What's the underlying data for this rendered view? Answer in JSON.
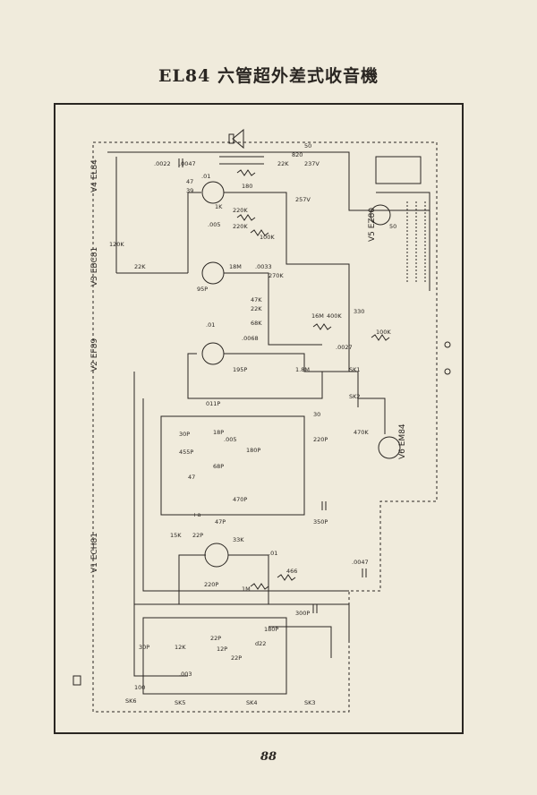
{
  "title": "EL84 六管超外差式收音機",
  "page_number": "88",
  "tubes": {
    "v4": "V4 EL84",
    "v3": "V3 EBC81",
    "v2": "V2 EF89",
    "v1": "V1 ECH81",
    "v5": "V5 EZ80",
    "v6": "V6 EM84"
  },
  "components": {
    "c_0022": ".0022",
    "c_0047a": ".0047",
    "r_47": "47",
    "r_39": "39",
    "c_01a": ".01",
    "r_180": "180",
    "r_22k_top": "22K",
    "r_820": "820",
    "c_50a": "50",
    "v_237": "237V",
    "r_1k": "1K",
    "r_220k_a": "220K",
    "r_220k_b": "220K",
    "c_005": ".005",
    "r_100k_a": "100K",
    "v_257": "257V",
    "r_120k": "120K",
    "r_22k_mid": "22K",
    "r_18m": "18M",
    "c_0033": ".0033",
    "r_270k": "270K",
    "c_95p": "95P",
    "r_47k": "47K",
    "r_22k_low": "22K",
    "r_68k": "68K",
    "c_01b": ".01",
    "c_0068": ".0068",
    "r_16m": "16M",
    "r_400k": "400K",
    "r_330": "330",
    "r_100k_b": "100K",
    "c_0027": ".0027",
    "c_195p": "195P",
    "r_18m_b": "1.8M",
    "c_011p": "011P",
    "c_30p_a": "30P",
    "c_455p": "455P",
    "c_18p": "18P",
    "c_005b": ".005",
    "c_180p": "180P",
    "c_68p": "68P",
    "c_30_b": "30",
    "c_220p_a": "220P",
    "c_470p": "470P",
    "c_350p": "350P",
    "r_15k": "15K",
    "c_22p": "22P",
    "c_47p": "47P",
    "r_33k": "33K",
    "c_01c": ".01",
    "r_466": "466",
    "c_0047b": ".0047",
    "c_220p_b": "220P",
    "r_1m": "1M",
    "c_300p": "300P",
    "c_180p_b": "180P",
    "c_30p_c": "30P",
    "r_12k": "12K",
    "c_22p_b": "22P",
    "c_12p": "12P",
    "c_22p_c": "22P",
    "c_d22": "d22",
    "c_003": ".003",
    "c_100": "100",
    "r_470k": "470K",
    "c_50b": "50",
    "sk1": "SK1",
    "sk2": "SK2",
    "sk3": "SK3",
    "sk4": "SK4",
    "sk5": "SK5",
    "sk6": "SK6",
    "plus_a": "+a"
  },
  "colors": {
    "paper": "#f0ebdc",
    "ink": "#2a2622"
  }
}
